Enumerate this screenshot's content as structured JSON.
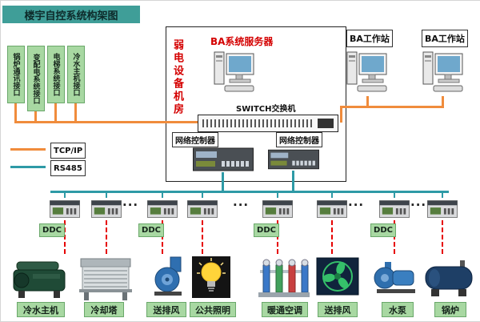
{
  "title": "楼宇自控系统构架图",
  "room": {
    "name": "弱电设备机房",
    "server_label": "BA系统服务器",
    "switch_label": "SWITCH交换机",
    "controller_labels": [
      "网络控制器",
      "网络控制器"
    ]
  },
  "workstations": [
    "BA工作站",
    "BA工作站"
  ],
  "interfaces": [
    "锅炉通讯接口",
    "变配电系统接口",
    "电梯系统接口",
    "冷水主机接口"
  ],
  "legend": [
    {
      "label": "TCP/IP",
      "color": "#f08c3c"
    },
    {
      "label": "RS485",
      "color": "#2e9aa6"
    }
  ],
  "ddc_label": "DDC",
  "ellipsis": "···",
  "equipment": [
    "冷水主机",
    "冷却塔",
    "送排风",
    "公共照明",
    "暖通空调",
    "送排风",
    "水泵",
    "锅炉"
  ],
  "colors": {
    "tcpip_line": "#f08c3c",
    "rs485_line": "#2e9aa6",
    "field_dashed_line": "#e60000",
    "title_bar": "#3f9e98",
    "label_green": "#a8d8a2",
    "server_text_red": "#d40000"
  }
}
